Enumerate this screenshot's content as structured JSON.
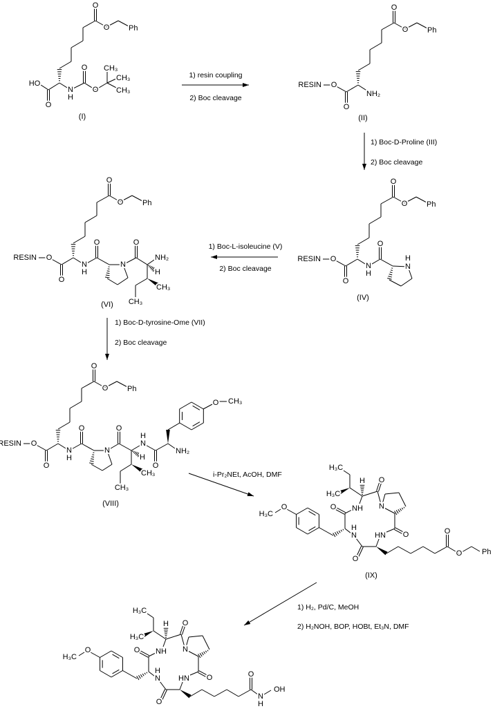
{
  "atoms": {
    "O": "O",
    "N": "N",
    "NH": "NH",
    "HN": "HN",
    "H": "H",
    "NH2": "NH₂",
    "CH3": "CH₃",
    "H3C": "H₃C",
    "HO": "HO",
    "OH": "OH",
    "Ph": "Ph",
    "RESIN": "RESIN"
  },
  "compounds": {
    "I": "(I)",
    "II": "(II)",
    "IV": "(IV)",
    "VI": "(VI)",
    "VIII": "(VIII)",
    "IX": "(IX)"
  },
  "steps": [
    {
      "line1": "1) resin coupling",
      "line2": "2) Boc cleavage"
    },
    {
      "line1": "1) Boc-D-Proline  (III)",
      "line2": "2) Boc cleavage"
    },
    {
      "line1": "1) Boc-L-isoleucine (V)",
      "line2": "2) Boc cleavage"
    },
    {
      "line1": "1) Boc-D-tyrosine-Ome (VII)",
      "line2": "2) Boc cleavage"
    },
    {
      "line1": "i-Pr₂NEt, AcOH, DMF"
    },
    {
      "line1": "1) H₂, Pd/C, MeOH",
      "line2": "2) H₂NOH, BOP, HOBt, Et₃N, DMF"
    }
  ]
}
